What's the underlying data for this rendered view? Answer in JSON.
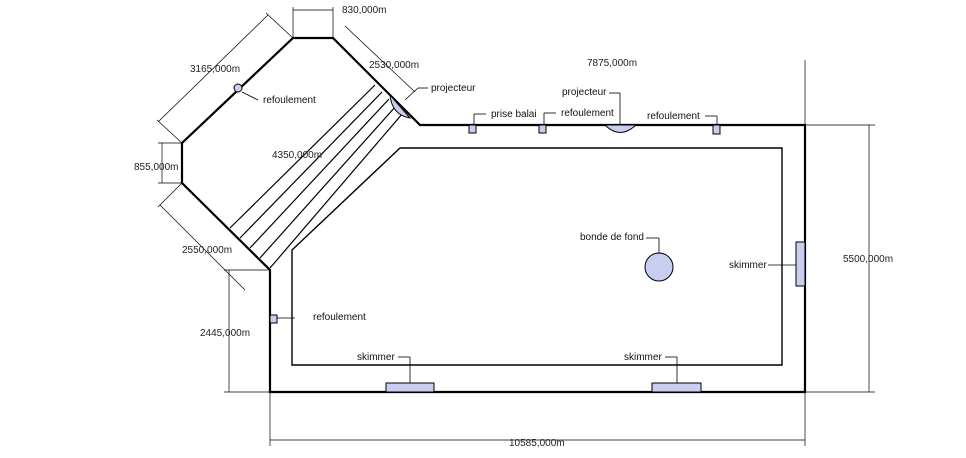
{
  "dimensions": {
    "top_width": "830,000m",
    "upper_left_diagonal": "3165,000m",
    "upper_right_diagonal": "2530,000m",
    "left_vertical": "855,000m",
    "lower_diagonal": "2550,000m",
    "steps_length": "4350,000m",
    "top_straight": "7875,000m",
    "right_height": "5500,000m",
    "bottom_left_height": "2445,000m",
    "total_width": "10585,000m"
  },
  "labels": {
    "refoulement_diag": "refoulement",
    "projecteur_diag": "projecteur",
    "prise_balai": "prise balai",
    "refoulement_top1": "refoulement",
    "projecteur_top": "projecteur",
    "refoulement_top2": "refoulement",
    "bonde_de_fond": "bonde de fond",
    "skimmer_right": "skimmer",
    "refoulement_left": "refoulement",
    "skimmer_bottom_left": "skimmer",
    "skimmer_bottom_right": "skimmer"
  },
  "colors": {
    "fixture_fill": "#c9cdf0",
    "line": "#000000"
  }
}
